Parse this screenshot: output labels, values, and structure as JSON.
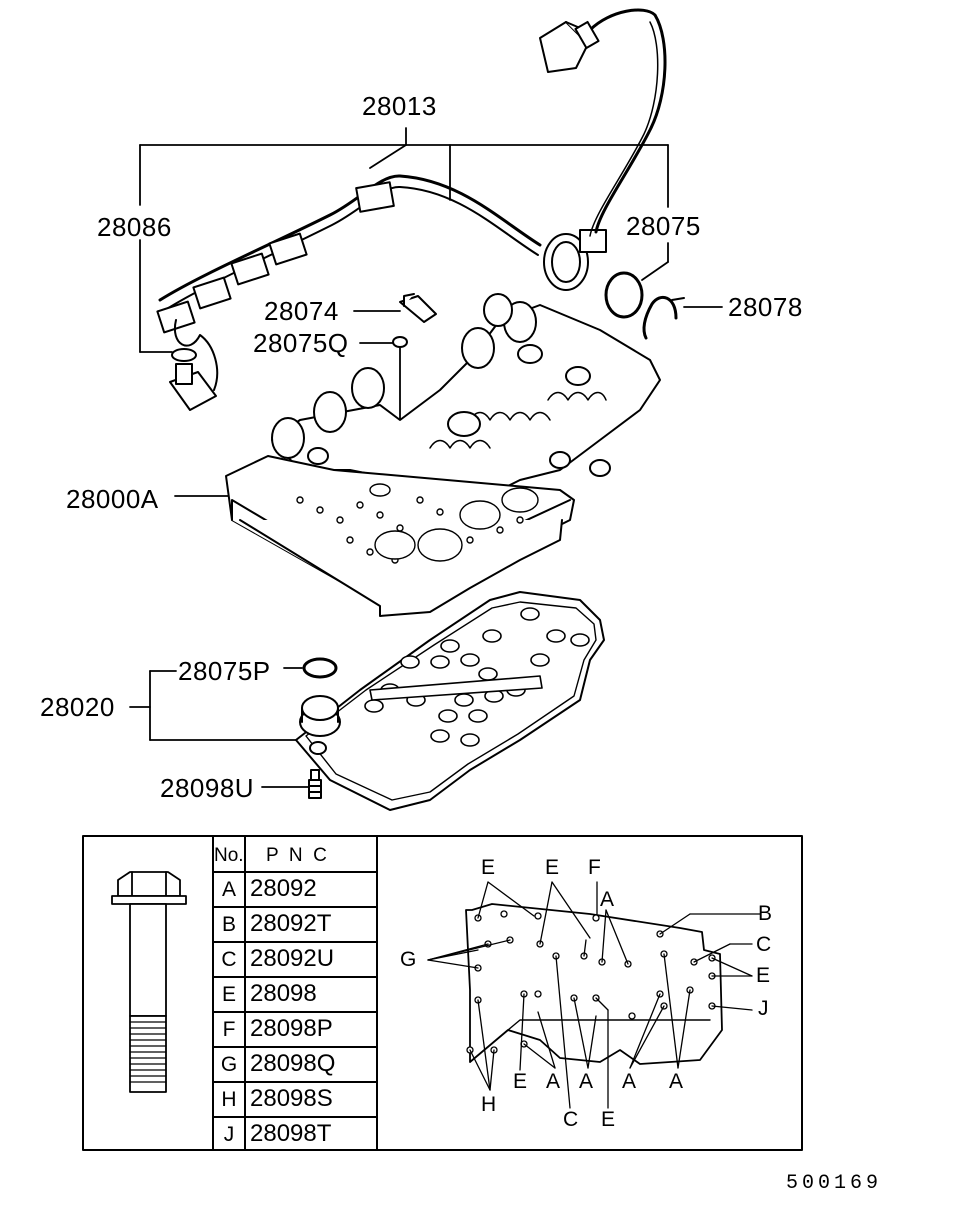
{
  "callouts": {
    "harness_main": "28013",
    "harness_left": "28086",
    "harness_right": "28075",
    "clip": "28078",
    "bracket": "28074",
    "oring_small": "28075Q",
    "valve_body": "28000A",
    "oring_p": "28075P",
    "oil_pan": "28020",
    "bolt_u": "28098U"
  },
  "table": {
    "col_no": "No.",
    "col_pnc": "P  N  C",
    "rows": [
      {
        "no": "A",
        "pnc": "28092"
      },
      {
        "no": "B",
        "pnc": "28092T"
      },
      {
        "no": "C",
        "pnc": "28092U"
      },
      {
        "no": "E",
        "pnc": "28098"
      },
      {
        "no": "F",
        "pnc": "28098P"
      },
      {
        "no": "G",
        "pnc": "28098Q"
      },
      {
        "no": "H",
        "pnc": "28098S"
      },
      {
        "no": "J",
        "pnc": "28098T"
      }
    ]
  },
  "bolt_map_labels": {
    "e1": "E",
    "e2": "E",
    "f": "F",
    "a_top": "A",
    "b": "B",
    "c_right": "C",
    "e_right": "E",
    "j": "J",
    "g": "G",
    "e_bot1": "E",
    "a_bot1": "A",
    "a_bot2": "A",
    "a_bot3": "A",
    "a_bot4": "A",
    "h": "H",
    "c_bot": "C",
    "e_bot2": "E"
  },
  "diagram_code": "500169"
}
